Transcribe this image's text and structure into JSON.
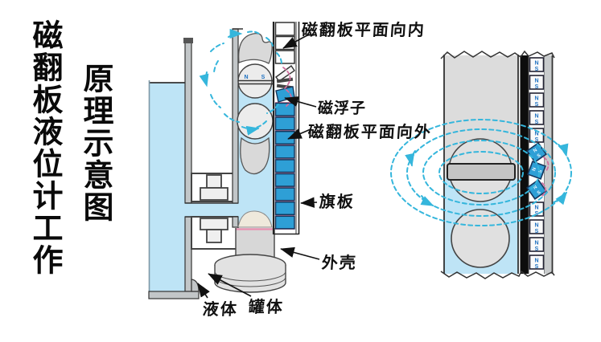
{
  "title": {
    "column1": "磁翻板液位计工作",
    "column2": "原理示意图"
  },
  "labels": {
    "flap_face_inward": "磁翻板平面向内",
    "magnetic_float": "磁浮子",
    "flap_face_outward": "磁翻板平面向外",
    "flag_plate": "旗板",
    "outer_shell": "外壳",
    "liquid": "液体",
    "tank_body": "罐体"
  },
  "float_marks": {
    "n": "N",
    "s": "S"
  },
  "detail_view": {
    "pole_n": "N",
    "pole_s": "S"
  },
  "colors": {
    "liquid": "#BEE4F6",
    "flap_blue": "#2E9FD6",
    "field_line": "#35B6DC",
    "metal_light": "#DCDCDC",
    "wall_gray": "#C2C6C8",
    "gap_pink": "#E890B0",
    "outline": "#333333",
    "background": "#FFFFFF"
  }
}
